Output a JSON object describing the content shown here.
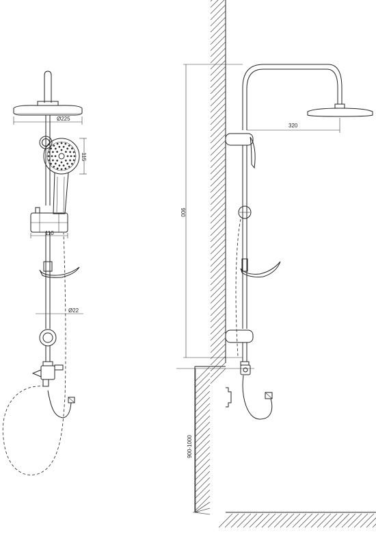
{
  "drawing": {
    "type": "technical-dimension-drawing",
    "views": [
      "front-view",
      "side-view"
    ]
  },
  "dimensions": {
    "head_diameter": "Ø225",
    "hand_shower_diameter": "115",
    "bracket_width": "110",
    "rail_diameter": "Ø22",
    "arm_projection": "320",
    "rail_height": "900",
    "mount_height": "900-1000"
  }
}
